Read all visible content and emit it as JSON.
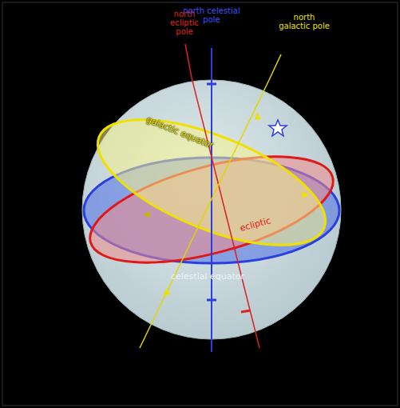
{
  "diagram": {
    "labels": [
      "north ecliptic pole",
      "north celestial pole",
      "north galactic pole",
      "galactic equator",
      "ecliptic",
      "celestial equator"
    ]
  }
}
